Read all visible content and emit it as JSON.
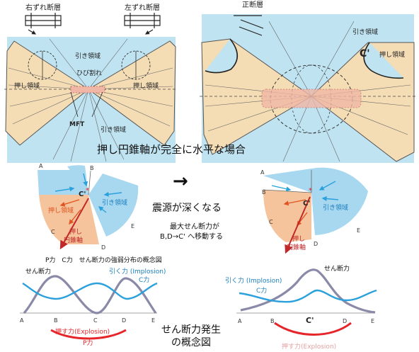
{
  "top_left": {
    "fault_left": "右ずれ断層",
    "fault_right": "左ずれ断層",
    "tension_top": "引き領域",
    "crack": "ひび割れ",
    "push": "押し領域",
    "mft": "MFT",
    "tension_bottom": "引き領域"
  },
  "top_right": {
    "fault_top": "正断層",
    "tension": "引き領域",
    "c_prime": "C'",
    "push": "押し領域"
  },
  "caption_top": "押し円錐軸が完全に水平な場合",
  "mid_left": {
    "A": "A",
    "B": "B",
    "C_prime": "C'",
    "C": "C",
    "D": "D",
    "E": "E",
    "push": "押し領域",
    "tension": "引き領域",
    "axis": [
      "押し",
      "円錐軸"
    ]
  },
  "arrow": "→",
  "mid_center": {
    "deeper": "震源が深くなる",
    "shift": [
      "最大せん断力が",
      "B,D→C' へ移動する"
    ]
  },
  "mid_right": {
    "A": "A",
    "B": "B",
    "C_prime": "C'",
    "C": "C",
    "D": "D",
    "E": "E",
    "tension": "引き領域",
    "axis": [
      "押し",
      "円錐軸"
    ]
  },
  "bottom": {
    "heading": "P力　C力　せん断力の強弱分布の概念図",
    "left": {
      "shear": "せん断力",
      "pull": "引く力 (Implosion)",
      "c_force": "C力",
      "ticks": [
        "A",
        "B",
        "C",
        "D",
        "E"
      ],
      "push": "押す力(Explosion)",
      "p_force": "P力"
    },
    "center": [
      "せん断力発生",
      "の概念図"
    ],
    "right": {
      "pull": "引く力 (Implosion)",
      "c_force": "C力",
      "shear": "せん断力",
      "ticks": [
        "A",
        "B",
        "C'",
        "D",
        "E"
      ],
      "push": "押す力(Explosion)"
    }
  },
  "colors": {
    "sky": "#bfe3f1",
    "cone": "#f4dcb4",
    "tension_blue": "#a8d8f0",
    "push_orange": "#f6c49c",
    "shear_gray": "#8a8aa8",
    "pull_blue": "#2aa0dc",
    "push_red": "#e5252a",
    "dark_red": "#c0282a"
  }
}
